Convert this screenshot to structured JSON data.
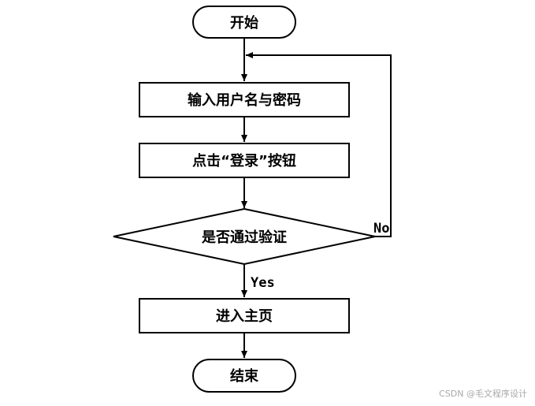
{
  "flowchart": {
    "nodes": {
      "start": "开始",
      "input": "输入用户名与密码",
      "click_login": "点击“登录”按钮",
      "decision": "是否通过验证",
      "enter_home": "进入主页",
      "end": "结束"
    },
    "edges": {
      "no_label": "No",
      "yes_label": "Yes"
    }
  },
  "watermark": "CSDN @毛文程序设计"
}
